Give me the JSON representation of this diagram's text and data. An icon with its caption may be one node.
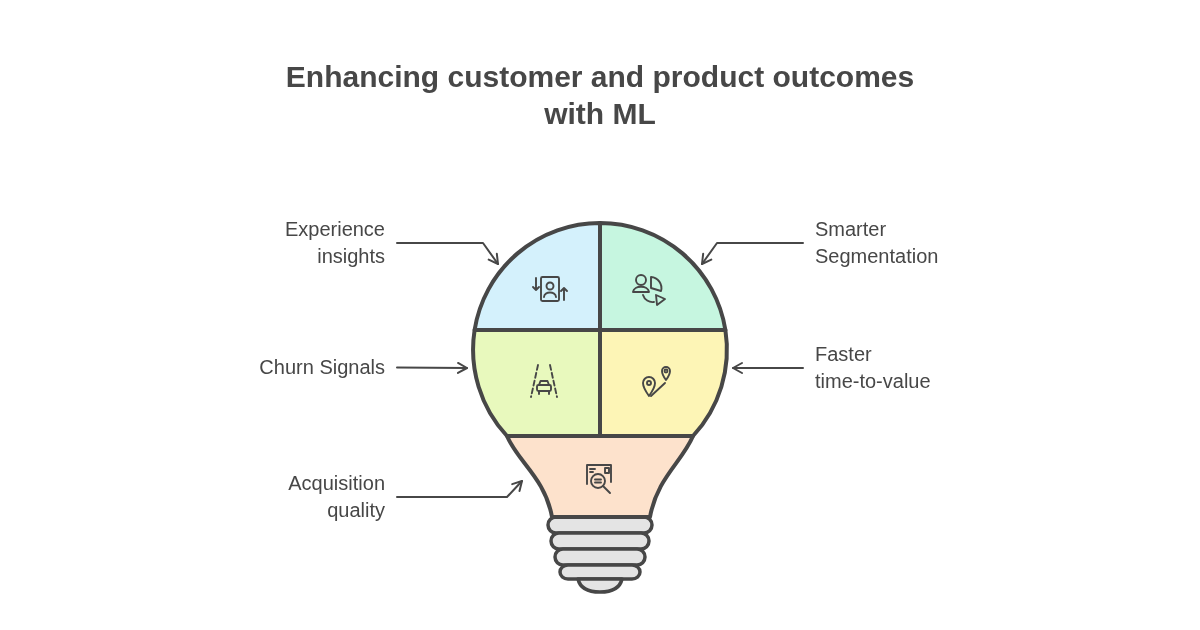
{
  "diagram": {
    "title": "Enhancing customer and product outcomes with ML",
    "nodes": [
      {
        "text": [
          "Experience insights"
        ]
      },
      {
        "text": [],
        "shape": "box"
      },
      {
        "text": [],
        "shape": "box"
      },
      {
        "text": [
          "Smarter Segmentation"
        ]
      },
      {
        "text": [
          "Churn Signals"
        ]
      },
      {
        "text": [],
        "shape": "box"
      },
      {
        "text": [],
        "shape": "box"
      },
      {
        "text": [
          "Faster time-to-value"
        ]
      },
      {
        "text": [
          "Acquisition quality"
        ]
      },
      {
        "text": [],
        "shape": "box"
      }
    ],
    "edges": [
      {
        "from": 0,
        "to": 1,
        "arrow": "to"
      },
      {
        "from": 3,
        "to": 2,
        "arrow": "to"
      },
      {
        "from": 4,
        "to": 5,
        "arrow": "to"
      },
      {
        "from": 7,
        "to": 6,
        "arrow": "to"
      },
      {
        "from": 8,
        "to": 9,
        "arrow": "to"
      }
    ]
  }
}
